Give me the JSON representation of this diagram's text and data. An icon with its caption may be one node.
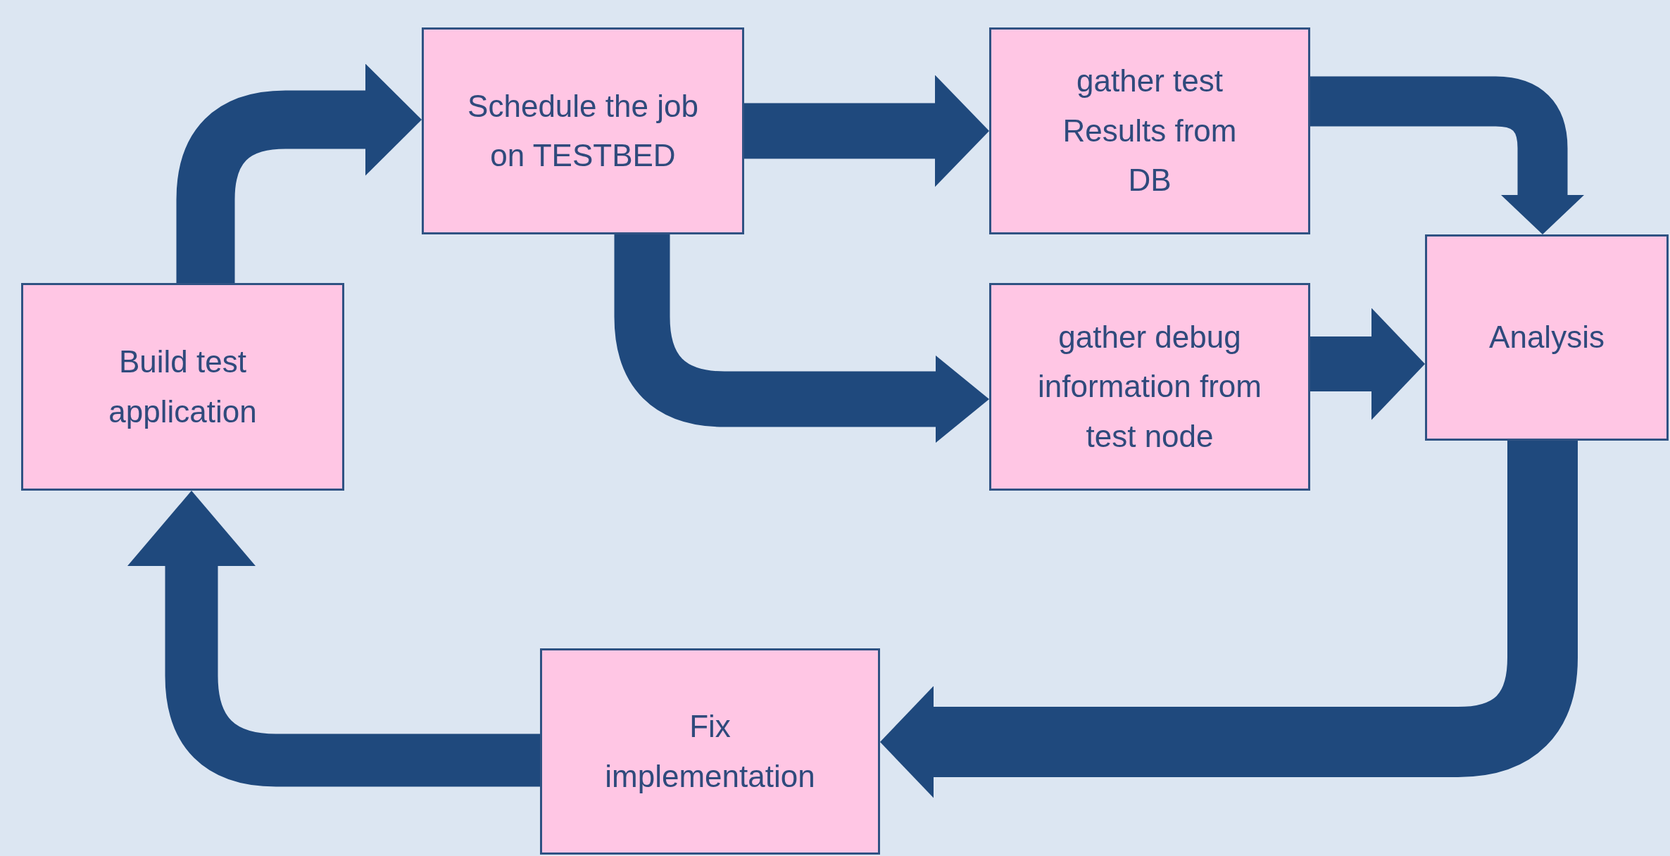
{
  "diagram": {
    "nodes": [
      {
        "text": [
          "Build test application"
        ]
      },
      {
        "text": [
          "Schedule the job on TESTBED"
        ]
      },
      {
        "text": [
          "gather test Results from DB"
        ]
      },
      {
        "text": [
          "gather debug information from test node"
        ]
      },
      {
        "text": [
          "Analysis"
        ]
      },
      {
        "text": [
          "Fix implementation"
        ]
      }
    ],
    "edges": [
      {
        "from": 0,
        "to": 1,
        "arrow": "to"
      },
      {
        "from": 1,
        "to": 2,
        "arrow": "to"
      },
      {
        "from": 1,
        "to": 3,
        "arrow": "to"
      },
      {
        "from": 2,
        "to": 4,
        "arrow": "to"
      },
      {
        "from": 3,
        "to": 4,
        "arrow": "to"
      },
      {
        "from": 4,
        "to": 5,
        "arrow": "to"
      },
      {
        "from": 5,
        "to": 0,
        "arrow": "to"
      }
    ]
  }
}
